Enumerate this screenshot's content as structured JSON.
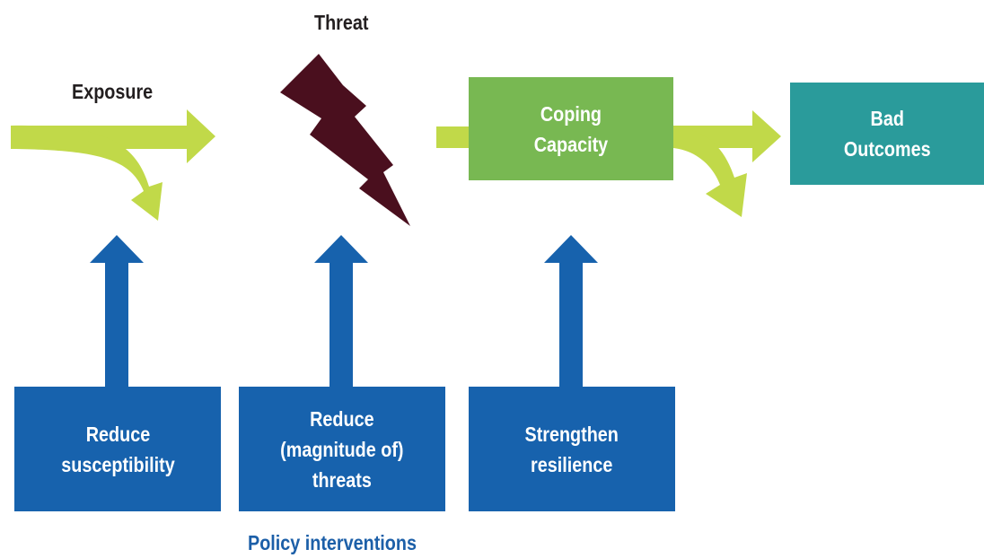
{
  "labels": {
    "threat": "Threat",
    "exposure": "Exposure",
    "policy": "Policy interventions"
  },
  "boxes": {
    "coping": [
      "Coping",
      "Capacity"
    ],
    "bad_outcomes": [
      "Bad",
      "Outcomes"
    ],
    "reduce_susceptibility": [
      "Reduce",
      "susceptibility"
    ],
    "reduce_threats": [
      "Reduce",
      "(magnitude of)",
      "threats"
    ],
    "strengthen_resilience": [
      "Strengthen",
      "resilience"
    ]
  },
  "colors": {
    "lime_arrow": "#c1d949",
    "coping_box": "#78b852",
    "outcomes_box": "#2a9b9b",
    "policy_blue": "#1762ad",
    "lightning": "#4a0f1e"
  },
  "icons": {
    "threat": "lightning-bolt-icon"
  }
}
